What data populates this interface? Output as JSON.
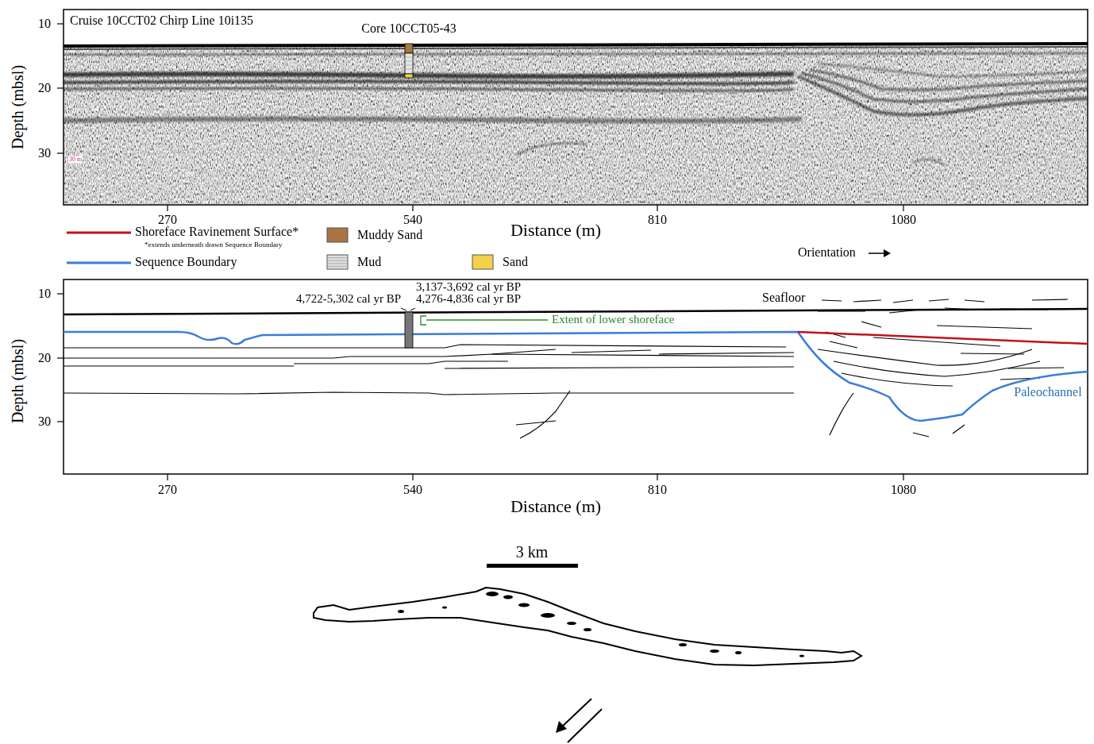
{
  "diagram": {
    "labels": [
      "Cruise 10CCT02 Chirp Line 10i135",
      "Core 10CCT05-43",
      "Depth (mbsl)",
      "10",
      "20",
      "30",
      "30 m",
      "270",
      "540",
      "810",
      "1080",
      "Distance (m)",
      "*extends underneath drawn Sequence Boundary",
      "Orientation",
      "Depth (mbsl)",
      "10",
      "20",
      "30",
      "4,722-5,302 cal yr BP",
      "3,137-3,692 cal yr BP",
      "4,276-4,836 cal yr BP",
      "Extent of lower shoreface",
      "Seafloor",
      "Paleochannel",
      "270",
      "540",
      "810",
      "1080",
      "Distance (m)",
      "3 km"
    ],
    "legend": [
      {
        "text": "Shoreface Ravinement Surface*"
      },
      {
        "text": "Sequence Boundary"
      },
      {
        "text": "Muddy Sand",
        "color": "#a87544"
      },
      {
        "text": "Mud",
        "color": "#dedede"
      },
      {
        "text": "Sand",
        "color": "#f2d24b"
      }
    ]
  }
}
